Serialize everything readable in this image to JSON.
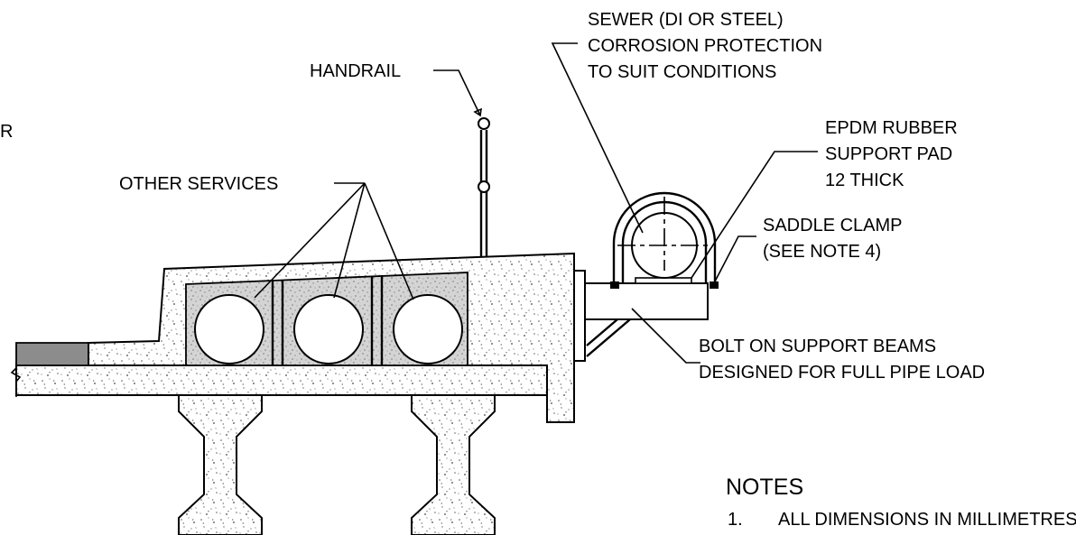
{
  "labels": {
    "stray_char": "R",
    "handrail": "HANDRAIL",
    "sewer_line1": "SEWER (DI OR STEEL)",
    "sewer_line2": "CORROSION PROTECTION",
    "sewer_line3": "TO SUIT CONDITIONS",
    "pad_line1": "EPDM RUBBER",
    "pad_line2": "SUPPORT PAD",
    "pad_line3": "12 THICK",
    "clamp_line1": "SADDLE CLAMP",
    "clamp_line2": "(SEE NOTE 4)",
    "other_services": "OTHER SERVICES",
    "beam_line1": "BOLT ON SUPPORT BEAMS",
    "beam_line2": "DESIGNED FOR FULL PIPE LOAD"
  },
  "notes": {
    "heading": "NOTES",
    "items": [
      {
        "num": "1.",
        "text": "ALL DIMENSIONS IN MILLIMETRES"
      }
    ]
  },
  "icons": [
    "handrail-post-icon",
    "pipe-centerline-icon",
    "break-line-icon"
  ]
}
